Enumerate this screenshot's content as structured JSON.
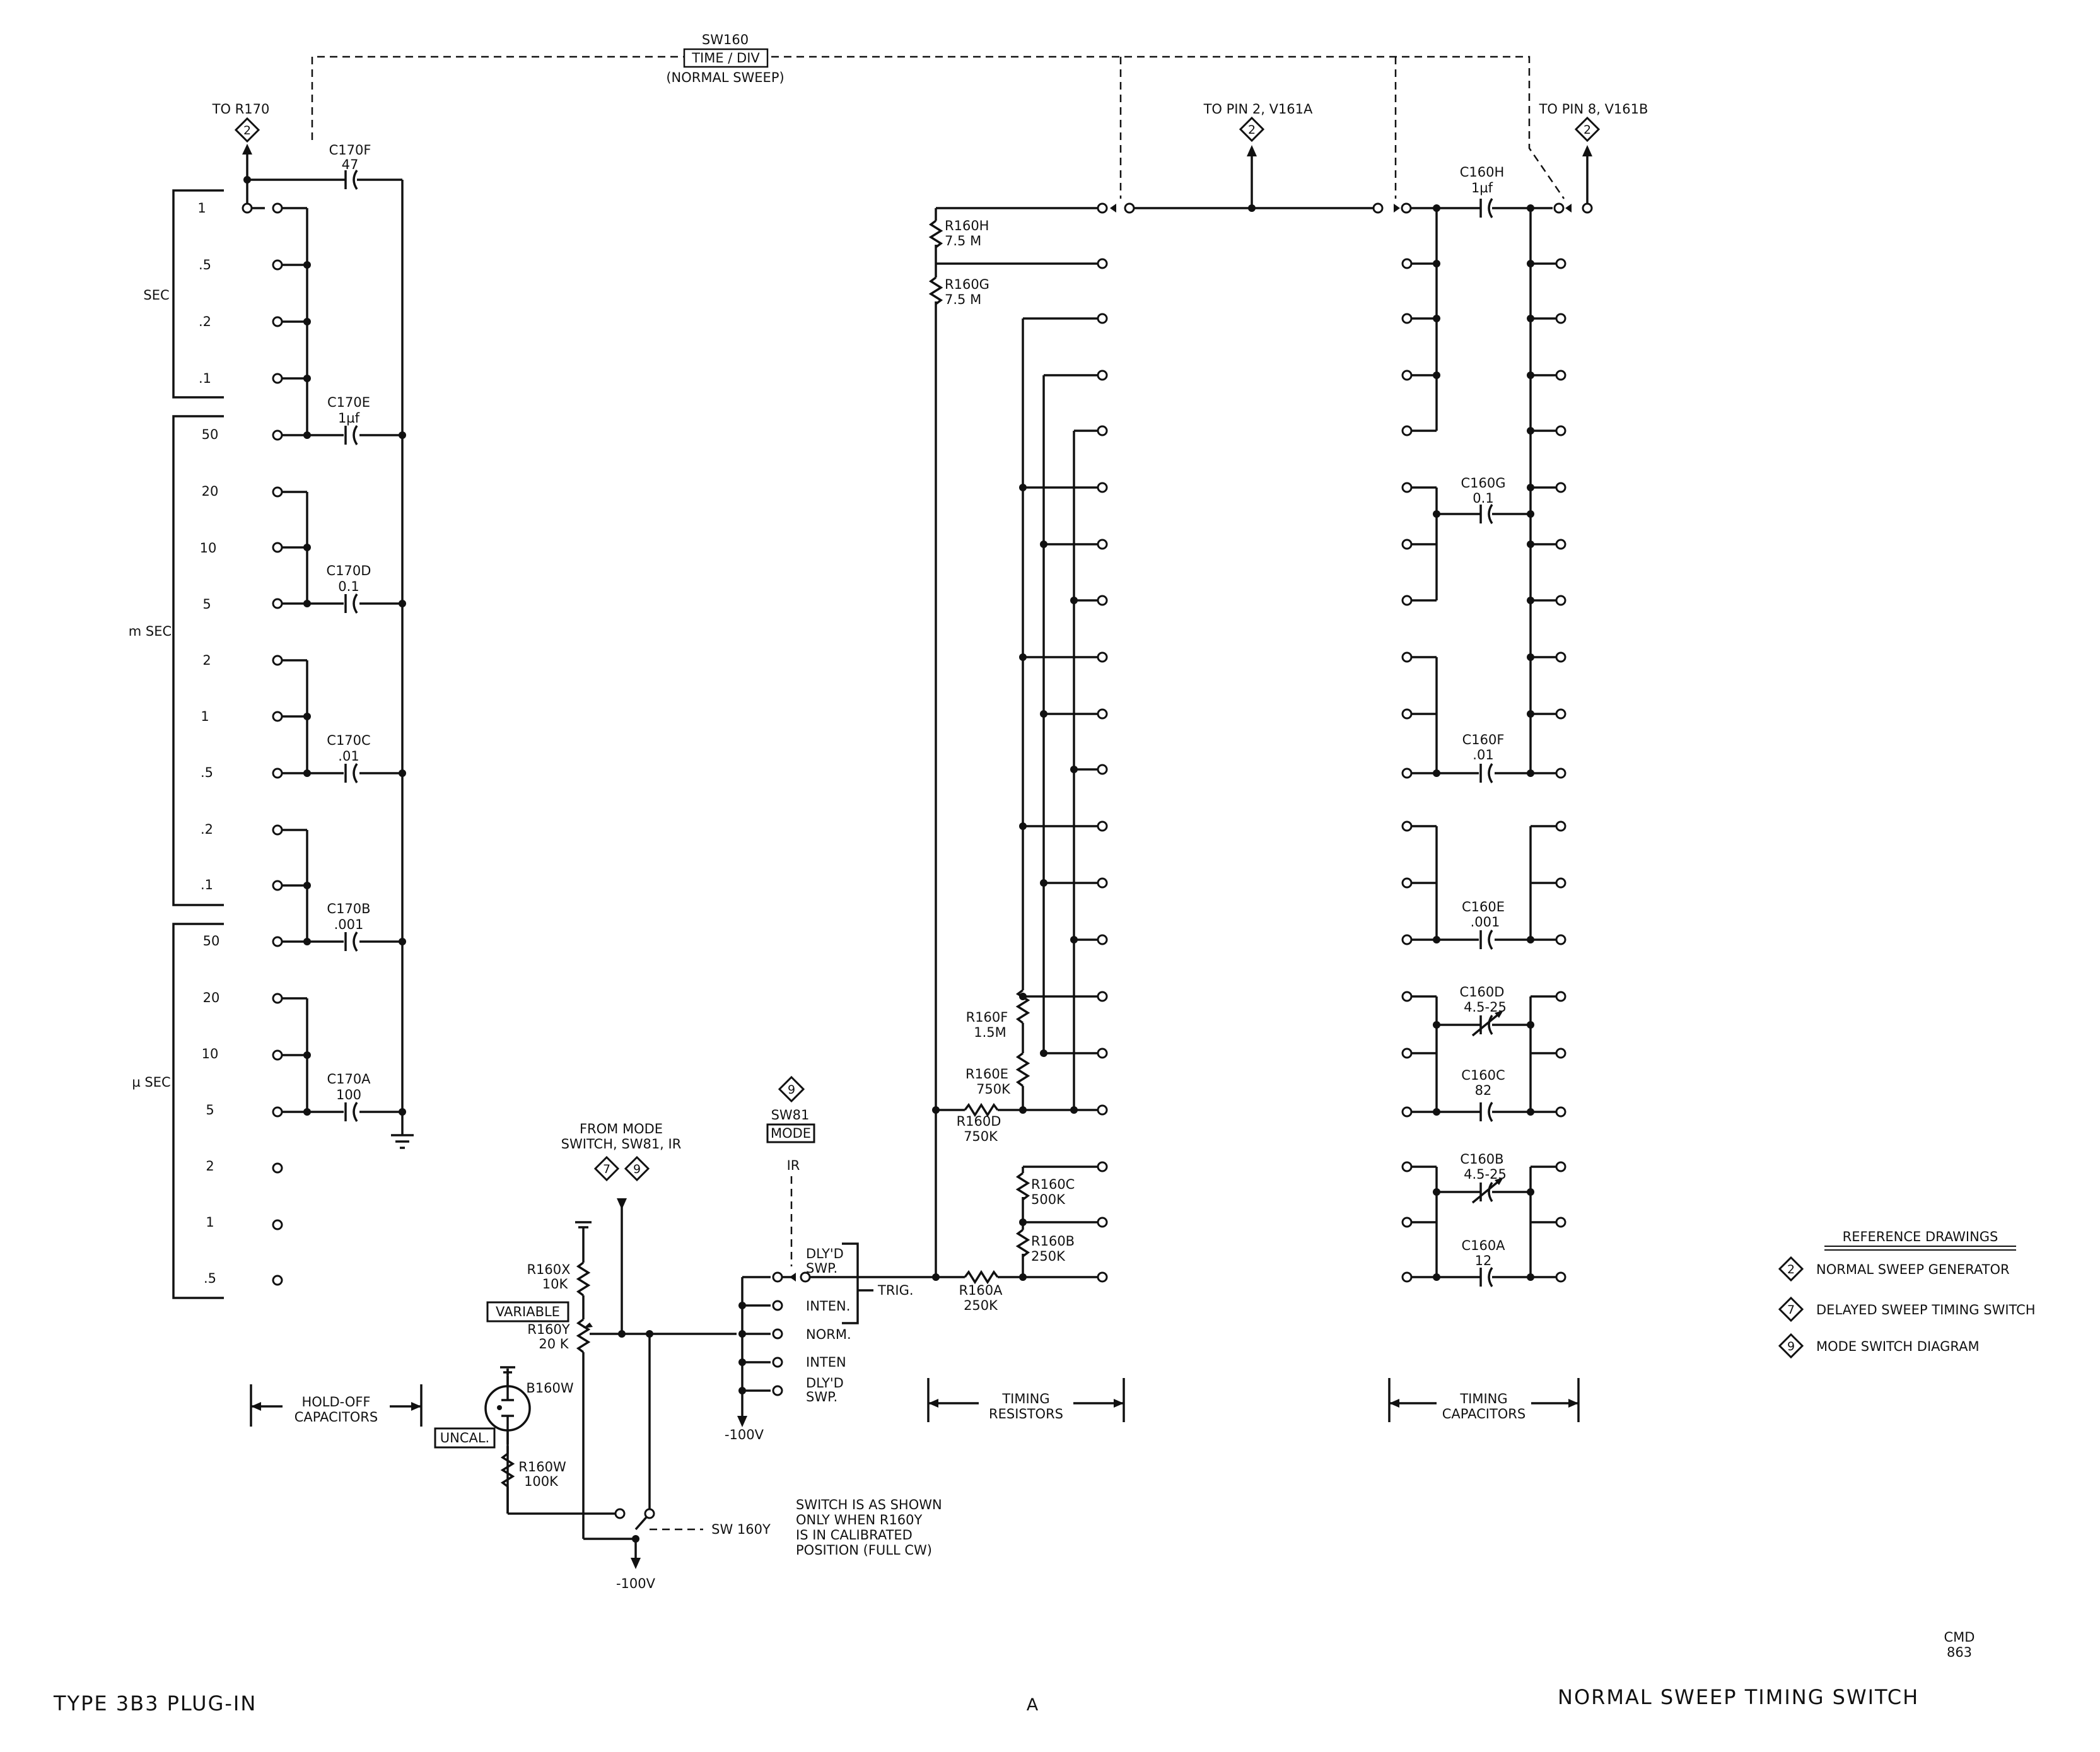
{
  "footer": {
    "left": "TYPE 3B3 PLUG-IN",
    "center": "A",
    "right": "NORMAL SWEEP TIMING SWITCH",
    "code1": "CMD",
    "code2": "863"
  },
  "switch": {
    "name": "SW160",
    "label": "TIME / DIV",
    "sub": "(NORMAL SWEEP)"
  },
  "connectors": {
    "r170": {
      "text": "TO R170",
      "ref": "2"
    },
    "pin2": {
      "text": "TO PIN 2, V161A",
      "ref": "2"
    },
    "pin8": {
      "text": "TO PIN 8, V161B",
      "ref": "2"
    }
  },
  "dial": {
    "sec_label": "SEC",
    "msec_label": "m SEC",
    "usec_label": "µ SEC",
    "positions": [
      "1",
      ".5",
      ".2",
      ".1",
      "50",
      "20",
      "10",
      "5",
      "2",
      "1",
      ".5",
      ".2",
      ".1",
      "50",
      "20",
      "10",
      "5",
      "2",
      "1",
      ".5"
    ]
  },
  "holdoff": {
    "caps": [
      {
        "name": "C170F",
        "value": "47"
      },
      {
        "name": "C170E",
        "value": "1µf"
      },
      {
        "name": "C170D",
        "value": "0.1"
      },
      {
        "name": "C170C",
        "value": ".01"
      },
      {
        "name": "C170B",
        "value": ".001"
      },
      {
        "name": "C170A",
        "value": "100"
      }
    ],
    "section_l1": "HOLD-OFF",
    "section_l2": "CAPACITORS"
  },
  "timing_resistors": {
    "r160h": {
      "name": "R160H",
      "value": "7.5 M"
    },
    "r160g": {
      "name": "R160G",
      "value": "7.5 M"
    },
    "r160f": {
      "name": "R160F",
      "value": "1.5M"
    },
    "r160e": {
      "name": "R160E",
      "value": "750K"
    },
    "r160d": {
      "name": "R160D",
      "value": "750K"
    },
    "r160c": {
      "name": "R160C",
      "value": "500K"
    },
    "r160b": {
      "name": "R160B",
      "value": "250K"
    },
    "r160a": {
      "name": "R160A",
      "value": "250K"
    },
    "section_l1": "TIMING",
    "section_l2": "RESISTORS"
  },
  "timing_caps": {
    "c160h": {
      "name": "C160H",
      "value": "1µf"
    },
    "c160g": {
      "name": "C160G",
      "value": "0.1"
    },
    "c160f": {
      "name": "C160F",
      "value": ".01"
    },
    "c160e": {
      "name": "C160E",
      "value": ".001"
    },
    "c160d": {
      "name": "C160D",
      "value": "4.5-25"
    },
    "c160c": {
      "name": "C160C",
      "value": "82"
    },
    "c160b": {
      "name": "C160B",
      "value": "4.5-25"
    },
    "c160a": {
      "name": "C160A",
      "value": "12"
    },
    "section_l1": "TIMING",
    "section_l2": "CAPACITORS"
  },
  "mode": {
    "ref": "9",
    "sw": "SW81",
    "label": "MODE",
    "ir": "IR",
    "options": [
      "DLY'D",
      "SWP.",
      "INTEN.",
      "NORM.",
      "INTEN",
      "DLY'D",
      "SWP."
    ],
    "trig": "TRIG.",
    "neg100": "-100V"
  },
  "from_mode": {
    "l1": "FROM MODE",
    "l2": "SWITCH, SW81, IR",
    "ref1": "7",
    "ref2": "9"
  },
  "variable": {
    "r160x": {
      "name": "R160X",
      "value": "10K"
    },
    "label": "VARIABLE",
    "r160y": {
      "name": "R160Y",
      "value": "20 K"
    },
    "b160w": "B160W",
    "uncal": "UNCAL.",
    "r160w": {
      "name": "R160W",
      "value": "100K"
    },
    "sw160y": "SW 160Y",
    "neg100": "-100V",
    "note": [
      "SWITCH IS AS SHOWN",
      "ONLY WHEN R160Y",
      "IS IN CALIBRATED",
      "POSITION (FULL CW)"
    ]
  },
  "reference": {
    "title": "REFERENCE DRAWINGS",
    "items": [
      {
        "num": "2",
        "text": "NORMAL SWEEP GENERATOR"
      },
      {
        "num": "7",
        "text": "DELAYED SWEEP TIMING SWITCH"
      },
      {
        "num": "9",
        "text": "MODE SWITCH DIAGRAM"
      }
    ]
  }
}
